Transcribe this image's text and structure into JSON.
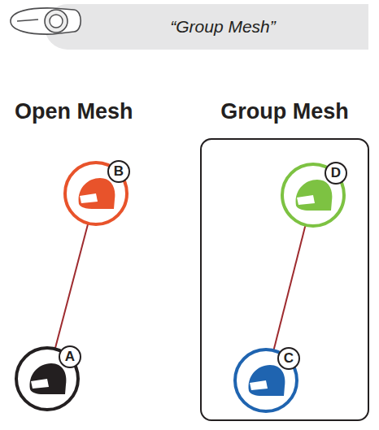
{
  "diagram": {
    "nodes": [
      {
        "text": [
          "“Group Mesh”"
        ]
      },
      {
        "text": [
          "B"
        ]
      },
      {
        "text": [
          "A"
        ]
      },
      {
        "text": [
          "Group Mesh"
        ]
      },
      {
        "text": [
          "D"
        ],
        "in": 3
      },
      {
        "text": [
          "C"
        ],
        "in": 3
      }
    ],
    "edges": [
      {
        "from": 1,
        "to": 2,
        "arrow": "none"
      },
      {
        "from": 4,
        "to": 5,
        "arrow": "none"
      }
    ],
    "labels": [
      "Open Mesh"
    ]
  }
}
